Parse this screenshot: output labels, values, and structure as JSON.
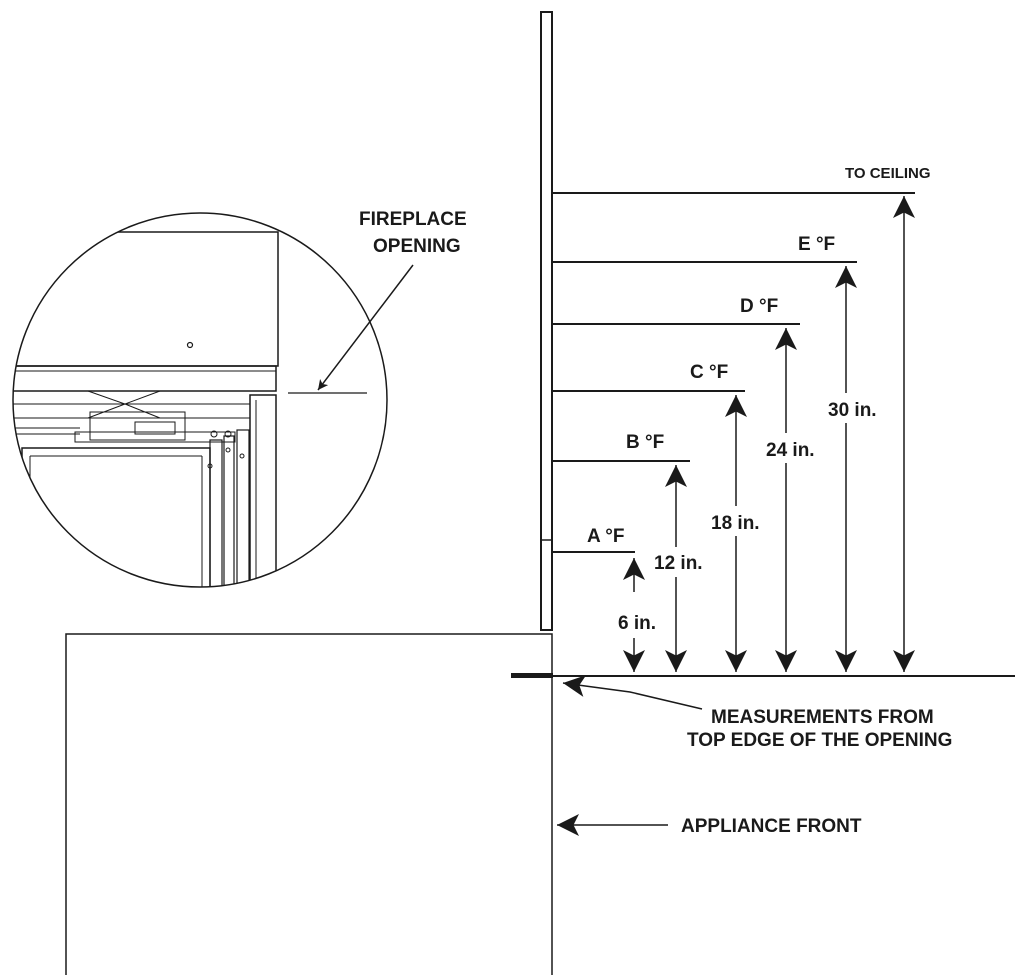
{
  "labels": {
    "to_ceiling": "TO CEILING",
    "fireplace_opening_line1": "FIREPLACE",
    "fireplace_opening_line2": "OPENING",
    "measurements_line1": "MEASUREMENTS FROM",
    "measurements_line2": "TOP EDGE OF THE OPENING",
    "appliance_front": "APPLIANCE FRONT"
  },
  "temperature_points": [
    {
      "label": "A °F",
      "height": "6 in."
    },
    {
      "label": "B °F",
      "height": "12 in."
    },
    {
      "label": "C °F",
      "height": "18 in."
    },
    {
      "label": "D °F",
      "height": "24 in."
    },
    {
      "label": "E °F",
      "height": "30 in."
    }
  ],
  "colors": {
    "line": "#1a1a1a",
    "background": "#ffffff"
  }
}
